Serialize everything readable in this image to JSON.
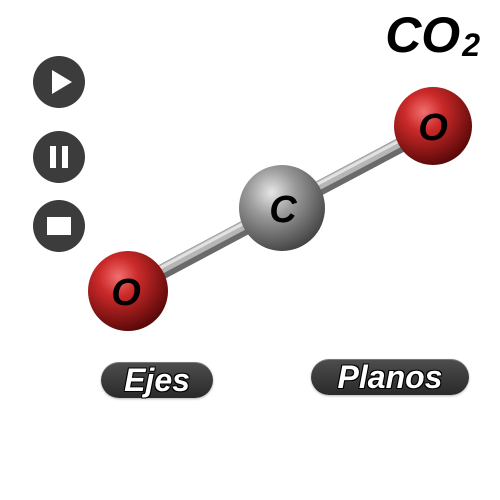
{
  "title": {
    "main": "CO",
    "subscript": "2"
  },
  "controls": {
    "play_icon": "play-icon",
    "pause_icon": "pause-icon",
    "stop_icon": "stop-icon"
  },
  "molecule": {
    "atoms": [
      {
        "label": "O",
        "color": "#b31414"
      },
      {
        "label": "C",
        "color": "#8c8c8c"
      },
      {
        "label": "O",
        "color": "#b31414"
      }
    ],
    "bond_color": "#a8a8a8"
  },
  "buttons": {
    "axes_label": "Ejes",
    "planes_label": "Planos"
  }
}
